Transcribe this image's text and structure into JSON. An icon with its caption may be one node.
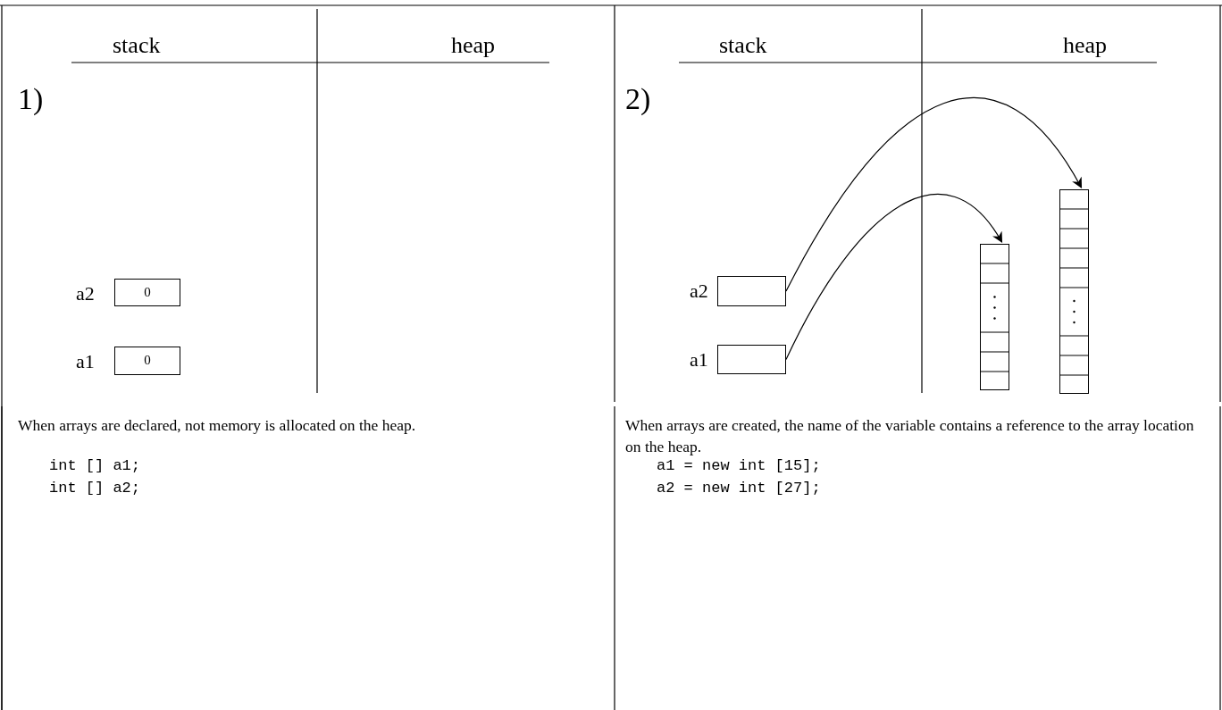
{
  "diagram": {
    "nodes": [
      {
        "text": [
          "0"
        ],
        "beside": [
          "a2"
        ]
      },
      {
        "text": [
          "0"
        ],
        "beside": [
          "a1"
        ]
      },
      {
        "text": [],
        "shape": "box",
        "beside": [
          "a2"
        ]
      },
      {
        "text": [],
        "shape": "box",
        "beside": [
          "a1"
        ]
      },
      {
        "text": [],
        "shape": "box"
      },
      {
        "text": [],
        "shape": "box"
      }
    ],
    "edges": [
      {
        "from": 2,
        "to": 5,
        "arrow": "to"
      },
      {
        "from": 3,
        "to": 4,
        "arrow": "to"
      }
    ],
    "labels": [
      "stack",
      "heap",
      "1)",
      "stack",
      "heap",
      "2)",
      "When arrays are declared, not memory is allocated on the heap.",
      "int [] a1;",
      "int [] a2;",
      "When arrays are created, the name of the variable contains a reference to the array location on the heap.",
      "a1 = new int [15];",
      "a2 = new int [27];"
    ]
  }
}
